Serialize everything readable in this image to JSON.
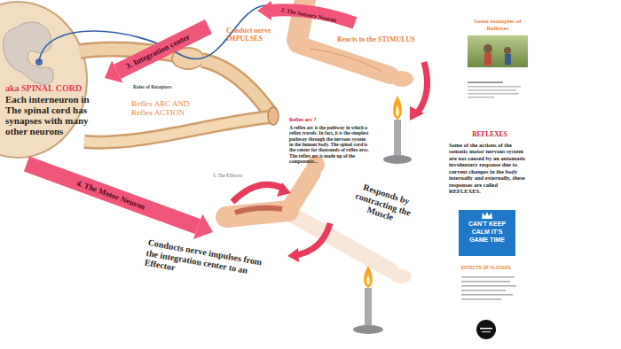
{
  "diagram": {
    "nodes": [
      {
        "text": [
          "CAN'T KEEP CALM IT'S GAME TIME"
        ]
      }
    ],
    "labels": [
      "aka SPINAL CORD",
      "Each interneuron in The spinal cord has synapses with many other neurons",
      "3. Integration center",
      "Roles of Receptors",
      "Reflex ARC AND Reflex ACTION",
      "Conduct nerve IMPULSES",
      "2. The Sensory Neuron",
      "Reacts to the STIMULUS",
      "Reflex arc ?",
      "A reflex arc is the pathway in which a reflex travels. In fact, it is the simplest pathway through the nervous system in the human body. The spinal cord is the center for thousands of reflex arcs. The reflex arc is made up of the components...",
      "4. The Motor Neuron",
      "Conducts nerve impulses from the integration center to an Effector",
      "5. The Effector",
      "Responds by contracting the Muscle",
      "Some examples of Reflexes",
      "REFLEXES",
      "Some of the actions of the somatic motor nervous system are not caused by an automatic involuntary response due to current changes in the body internally and externally, these responses are called REFLEXES.",
      "EFFECTS OF ALCOHOL"
    ]
  }
}
